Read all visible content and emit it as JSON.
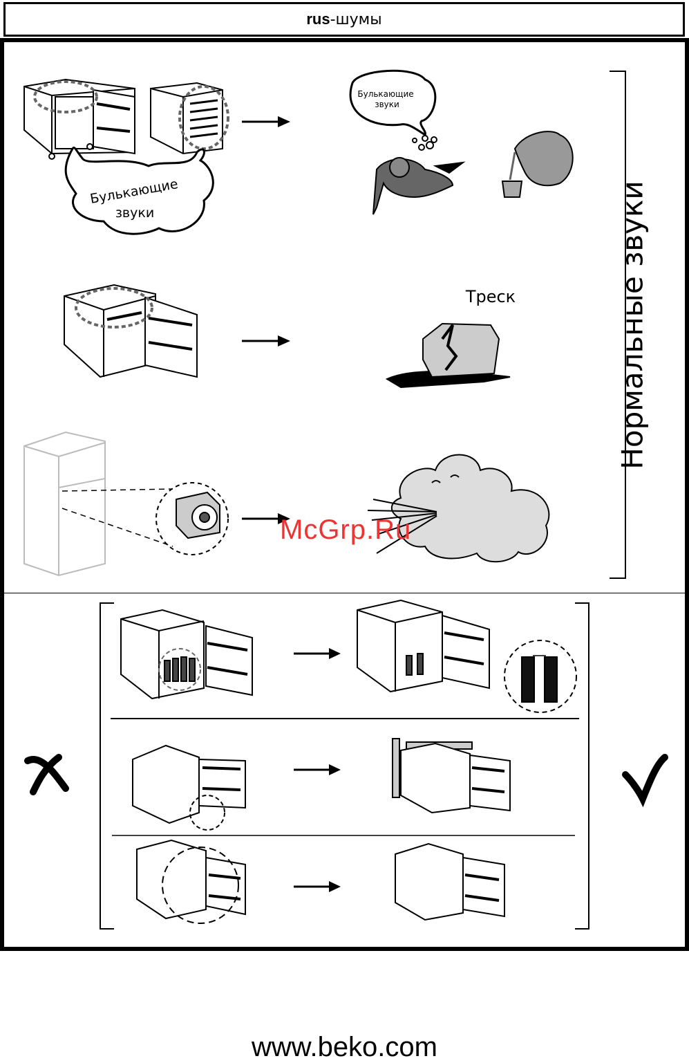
{
  "header": {
    "lang_prefix": "rus",
    "title_suffix": "-шумы"
  },
  "section_label": "Нормальные звуки",
  "bubble_large": {
    "line1": "Булькающие",
    "line2": "звуки"
  },
  "bubble_small": {
    "line1": "Булькающие",
    "line2": "звуки"
  },
  "crack_label": "Треск",
  "watermark": "McGrp.Ru",
  "footer": "www.beko.com"
}
